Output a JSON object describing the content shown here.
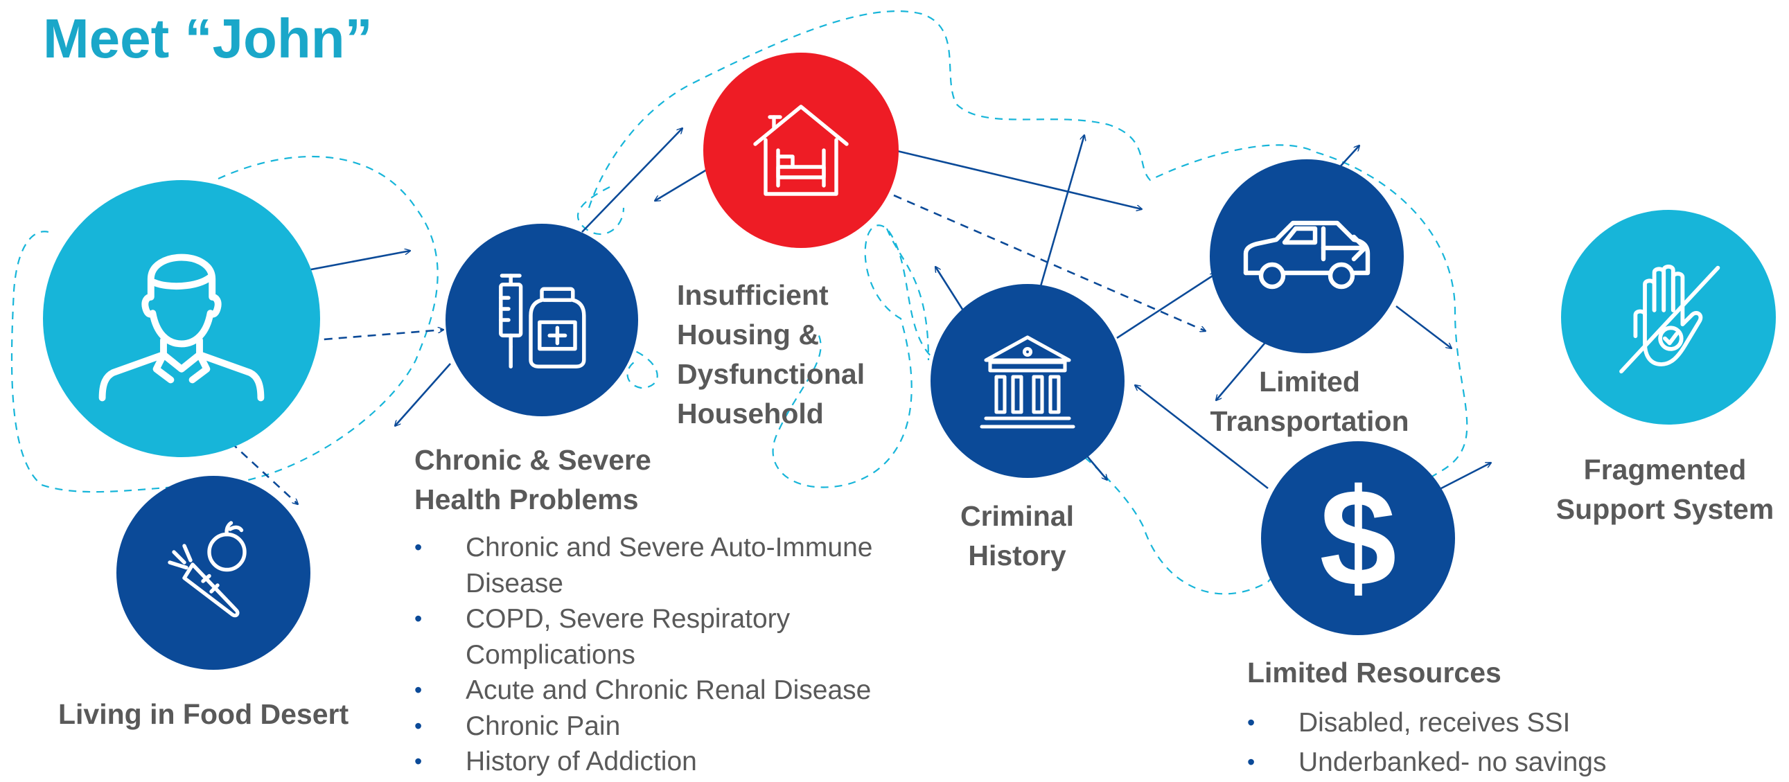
{
  "title": "Meet “John”",
  "colors": {
    "light_blue": "#17b5d9",
    "dark_blue": "#0b4a98",
    "red": "#ee1c25",
    "text_gray": "#595959",
    "title_blue": "#1aa7c9"
  },
  "nodes": {
    "john": {
      "icon": "person-icon"
    },
    "food": {
      "icon": "food-icon",
      "label": "Living in Food Desert"
    },
    "health": {
      "icon": "medicine-icon",
      "label_lines": [
        "Chronic & Severe",
        "Health Problems"
      ],
      "items": [
        "Chronic and Severe Auto-Immune Disease",
        "COPD, Severe Respiratory Complications",
        "Acute and Chronic Renal Disease",
        "Chronic Pain",
        "History of Addiction"
      ]
    },
    "housing": {
      "icon": "house-bed-icon",
      "label_lines": [
        "Insufficient",
        "Housing &",
        "Dysfunctional",
        "Household"
      ]
    },
    "criminal": {
      "icon": "courthouse-icon",
      "label_lines": [
        "Criminal",
        "History"
      ]
    },
    "transport": {
      "icon": "car-icon",
      "label_lines": [
        "Limited",
        "Transportation"
      ]
    },
    "resources": {
      "icon": "dollar-icon",
      "dollar_symbol": "$",
      "label": "Limited Resources",
      "items": [
        "Disabled, receives SSI",
        "Underbanked- no savings"
      ]
    },
    "support": {
      "icon": "hand-off-icon",
      "label_lines": [
        "Fragmented",
        "Support System"
      ]
    }
  }
}
